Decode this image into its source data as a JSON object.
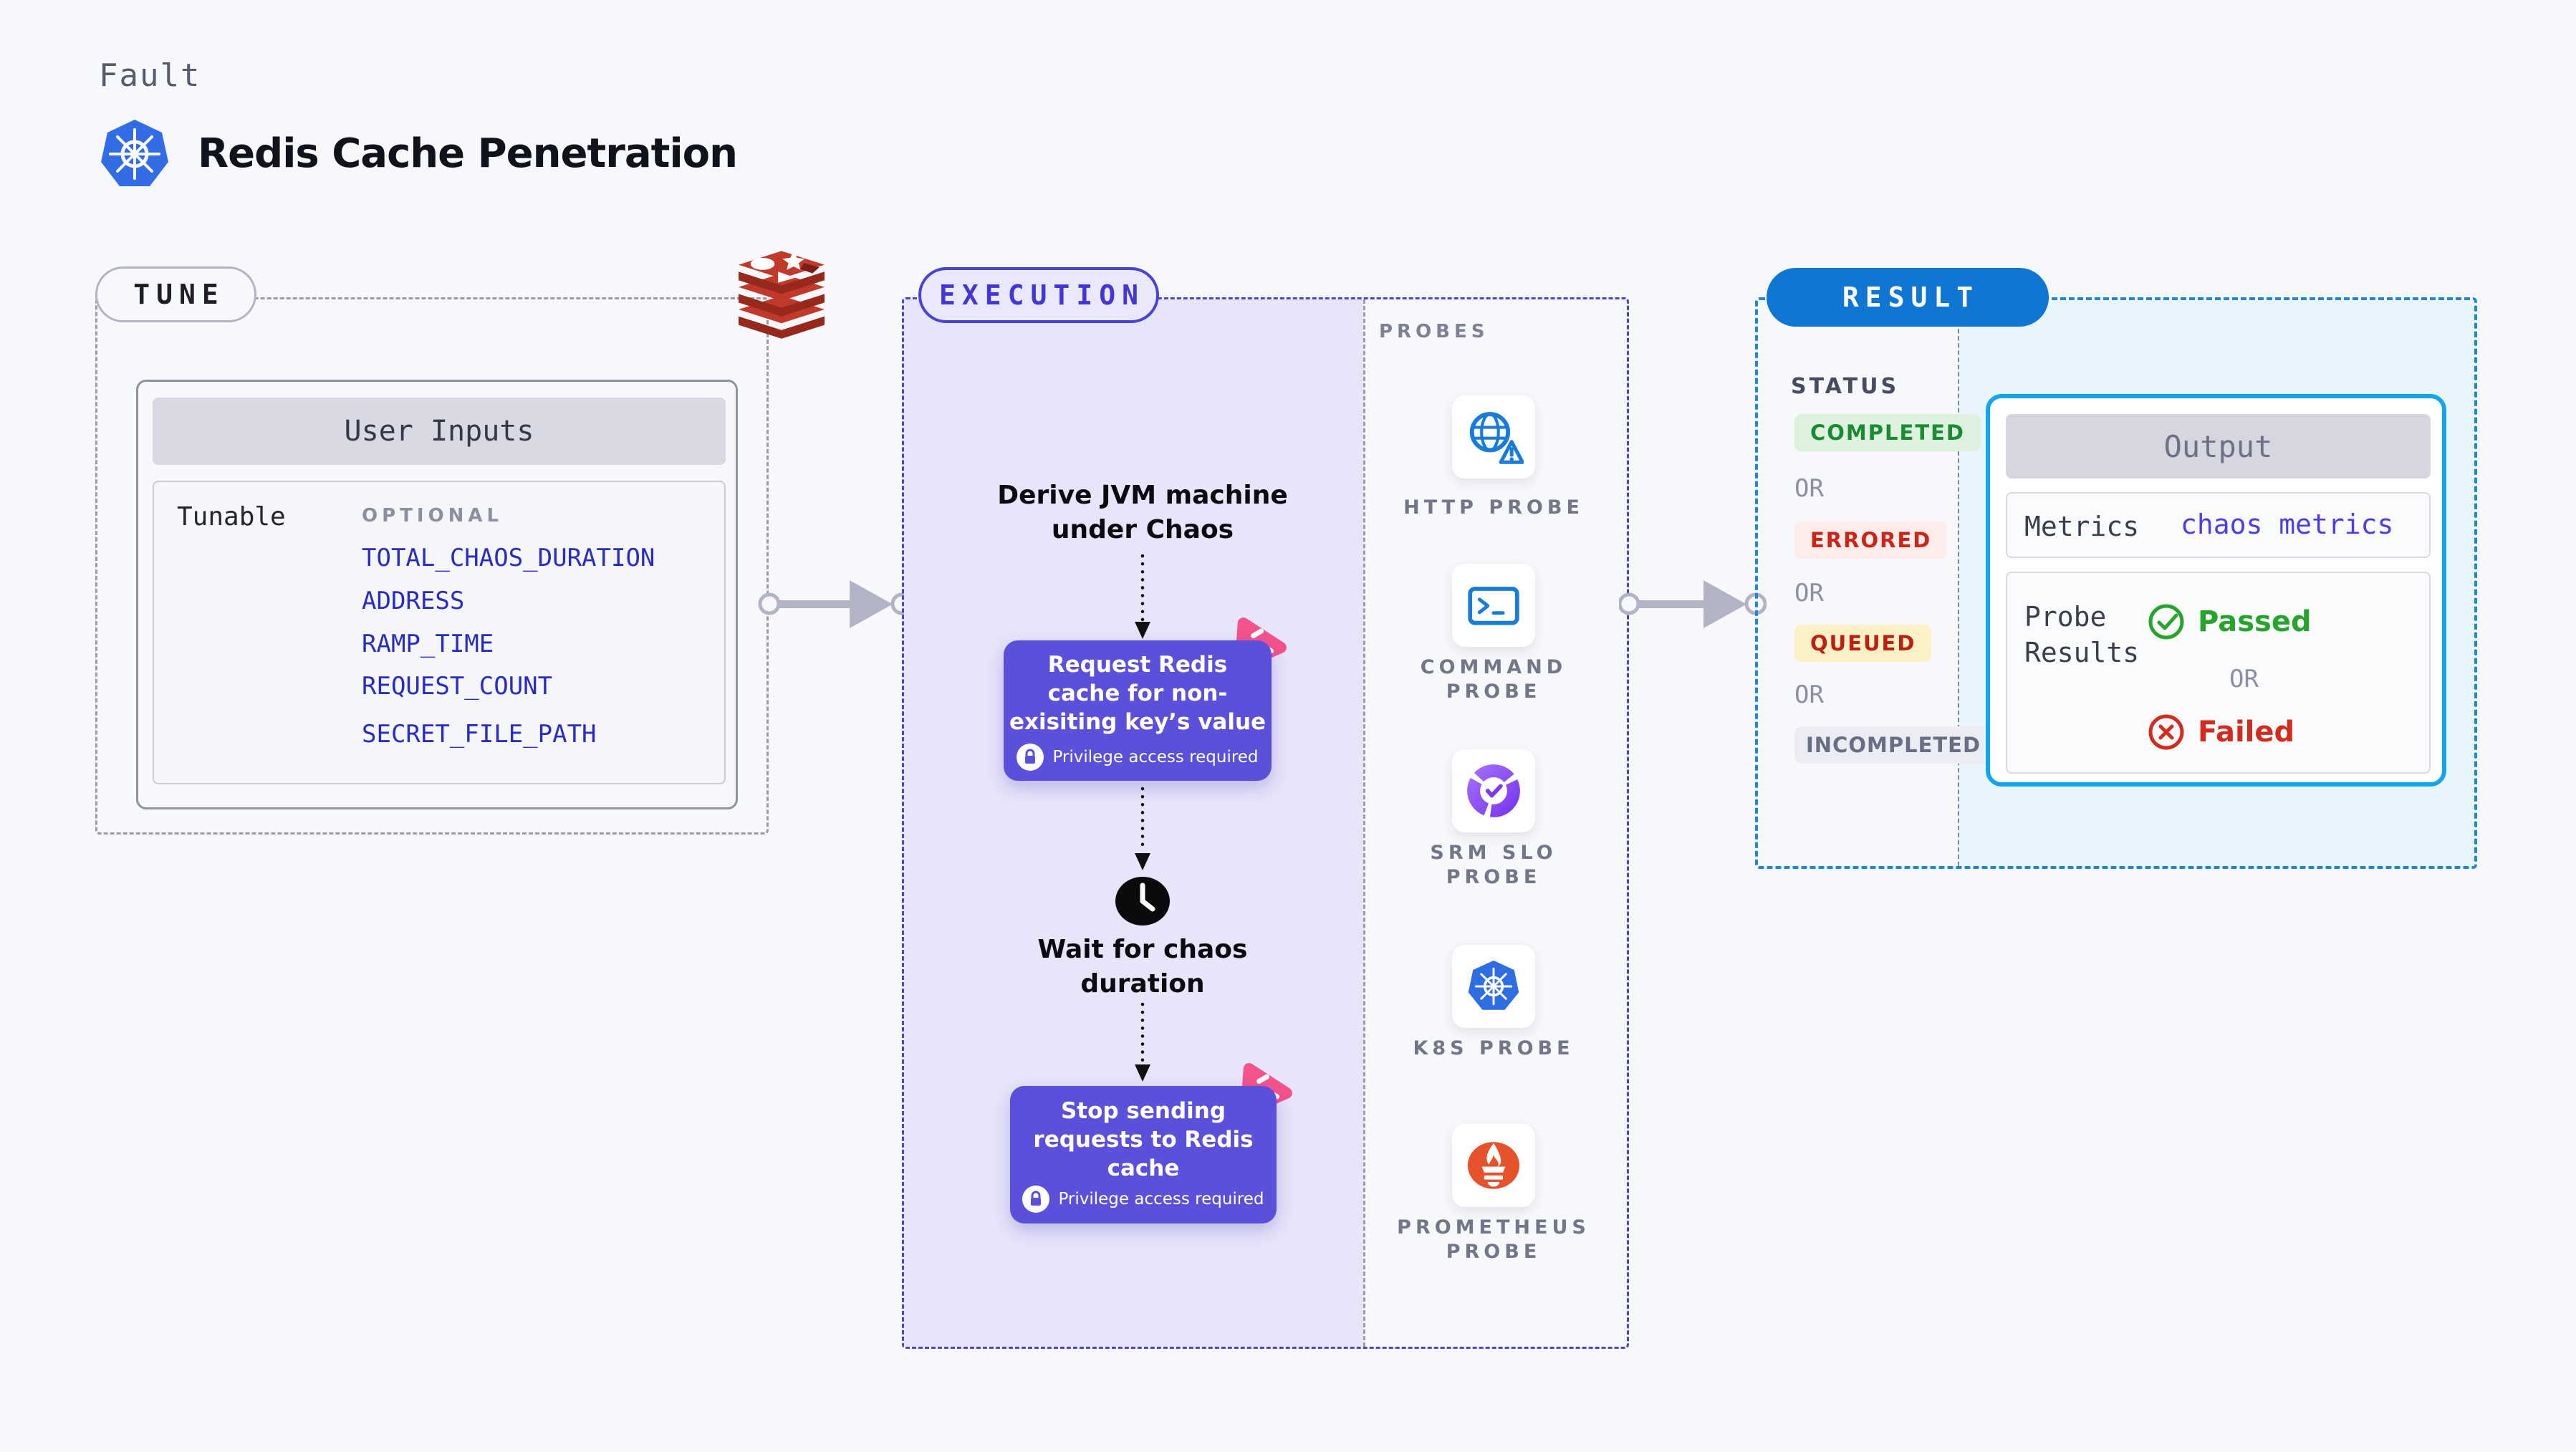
{
  "header": {
    "category": "Fault",
    "title": "Redis Cache Penetration"
  },
  "tune": {
    "badge": "TUNE",
    "user_inputs": {
      "header": "User Inputs",
      "row_label": "Tunable",
      "tag": "OPTIONAL",
      "inputs": [
        "TOTAL_CHAOS_DURATION",
        "ADDRESS",
        "RAMP_TIME",
        "REQUEST_COUNT",
        "SECRET_FILE_PATH"
      ]
    }
  },
  "execution": {
    "badge": "EXECUTION",
    "step1": {
      "line1": "Derive JVM machine",
      "line2": "under Chaos"
    },
    "node1": {
      "line1": "Request Redis",
      "line2": "cache for non-",
      "line3": "exisiting key’s value",
      "privilege": "Privilege access required"
    },
    "step2": {
      "line1": "Wait for chaos",
      "line2": "duration"
    },
    "node2": {
      "line1": "Stop sending",
      "line2": "requests to Redis",
      "line3": "cache",
      "privilege": "Privilege access required"
    },
    "probes": {
      "title": "PROBES",
      "items": [
        {
          "icon": "http-probe-icon",
          "line1": "HTTP PROBE",
          "line2": ""
        },
        {
          "icon": "command-probe-icon",
          "line1": "COMMAND",
          "line2": "PROBE"
        },
        {
          "icon": "srm-slo-probe-icon",
          "line1": "SRM SLO",
          "line2": "PROBE"
        },
        {
          "icon": "k8s-probe-icon",
          "line1": "K8S PROBE",
          "line2": ""
        },
        {
          "icon": "prometheus-probe-icon",
          "line1": "PROMETHEUS",
          "line2": "PROBE"
        }
      ]
    }
  },
  "result": {
    "badge": "RESULT",
    "status": {
      "title": "STATUS",
      "or": "OR",
      "badges": [
        {
          "label": "COMPLETED",
          "fg": "#1b8b33",
          "bg": "#def1df"
        },
        {
          "label": "ERRORED",
          "fg": "#cb2418",
          "bg": "#fcecea"
        },
        {
          "label": "QUEUED",
          "fg": "#bc2015",
          "bg": "#fcf0c5"
        },
        {
          "label": "INCOMPLETED",
          "fg": "#6a6e85",
          "bg": "#ebecf4"
        }
      ]
    },
    "output": {
      "header": "Output",
      "metrics_label": "Metrics",
      "metrics_value": "chaos metrics",
      "probe_results_line1": "Probe",
      "probe_results_line2": "Results",
      "passed": "Passed",
      "or": "OR",
      "failed": "Failed"
    }
  },
  "colors": {
    "page_bg": "#f7f8fb",
    "accent_indigo": "#4a42d6",
    "node_purple": "#5a50da",
    "lavender_bg": "#e6e5fa",
    "result_pill_blue": "#0f76d3",
    "result_border_blue": "#1e88d4",
    "result_area_blue": "#e9f5fc",
    "output_card_border": "#14a5e8",
    "env_link_blue": "#2a2ac5",
    "metrics_link_blue": "#4b3ee8",
    "passed_green": "#27a32e",
    "failed_red": "#d32b1e",
    "chaos_pink": "#f4538b",
    "redis_red": "#c0392b",
    "kubernetes_blue": "#326de6",
    "probe_icon_blue": "#1a7cd9",
    "prometheus_orange": "#e6522c"
  }
}
